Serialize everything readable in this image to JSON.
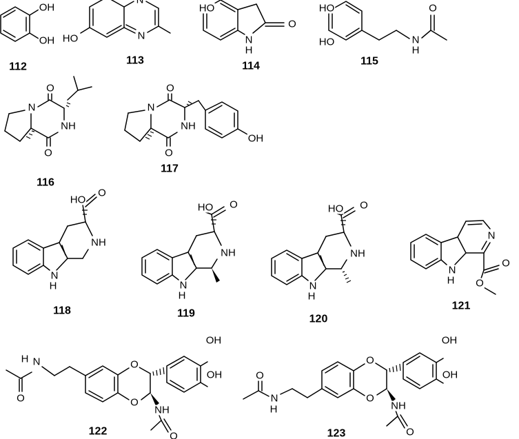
{
  "compounds": [
    {
      "id": "112",
      "atoms": {
        "o1": "OH",
        "o2": "OH"
      }
    },
    {
      "id": "113",
      "atoms": {
        "n1": "N",
        "n2": "N",
        "o1": "HO"
      }
    },
    {
      "id": "114",
      "atoms": {
        "o1": "HO",
        "o2": "O",
        "n1": "N",
        "h1": "H"
      }
    },
    {
      "id": "115",
      "atoms": {
        "o1": "HO",
        "o2": "HO",
        "n1": "N",
        "h1": "H",
        "o3": "O"
      }
    },
    {
      "id": "116",
      "atoms": {
        "o1": "O",
        "o2": "O",
        "n1": "N",
        "n2": "NH"
      }
    },
    {
      "id": "117",
      "atoms": {
        "o1": "O",
        "o2": "O",
        "n1": "N",
        "n2": "NH",
        "o3": "OH"
      }
    },
    {
      "id": "118",
      "atoms": {
        "o1": "HO",
        "o2": "O",
        "n1": "NH",
        "n2": "N",
        "h1": "H"
      }
    },
    {
      "id": "119",
      "atoms": {
        "o1": "HO",
        "o2": "O",
        "n1": "NH",
        "n2": "N",
        "h1": "H"
      }
    },
    {
      "id": "120",
      "atoms": {
        "o1": "HO",
        "o2": "O",
        "n1": "NH",
        "n2": "N",
        "h1": "H"
      }
    },
    {
      "id": "121",
      "atoms": {
        "n1": "N",
        "n2": "N",
        "h1": "H",
        "o1": "O",
        "o2": "O"
      }
    },
    {
      "id": "122",
      "atoms": {
        "n1": "N",
        "h1": "H",
        "o1": "O",
        "o2": "O",
        "o3": "O",
        "o4": "OH",
        "o5": "OH",
        "n2": "NH",
        "o6": "O"
      }
    },
    {
      "id": "123",
      "atoms": {
        "o1": "O",
        "n1": "N",
        "h1": "H",
        "o2": "O",
        "o3": "O",
        "o4": "OH",
        "o5": "OH",
        "n2": "NH",
        "o6": "O"
      }
    }
  ]
}
